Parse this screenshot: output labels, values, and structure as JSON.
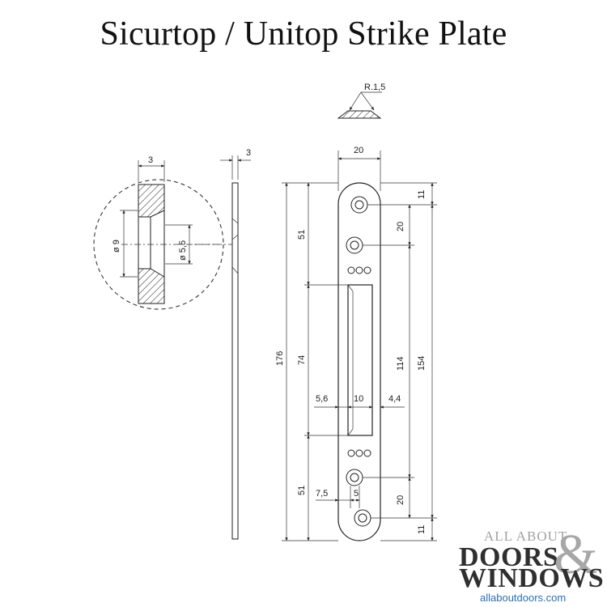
{
  "title": "Sicurtop / Unitop Strike Plate",
  "dimensions": {
    "radius": "R.1,5",
    "width_top": "20",
    "side_thickness": "3",
    "detail_thickness": "3",
    "detail_outer_dia": "ø 9",
    "detail_inner_dia": "ø 5,5",
    "overall_length": "176",
    "top_section": "51",
    "middle_section": "74",
    "bottom_section": "51",
    "hole_pitch_outer": "154",
    "hole_pitch_inner": "114",
    "top_offset": "11",
    "bottom_offset": "11",
    "hole_spacing_top": "20",
    "hole_spacing_bottom": "20",
    "slot_left": "5,6",
    "slot_width": "10",
    "slot_right": "4,4",
    "hole_left": "7,5",
    "hole_width": "5"
  },
  "logo": {
    "line1": "ALL ABOUT",
    "line2": "DOORS",
    "amp": "&",
    "line3": "WINDOWS",
    "url": "allaboutdoors.com"
  }
}
